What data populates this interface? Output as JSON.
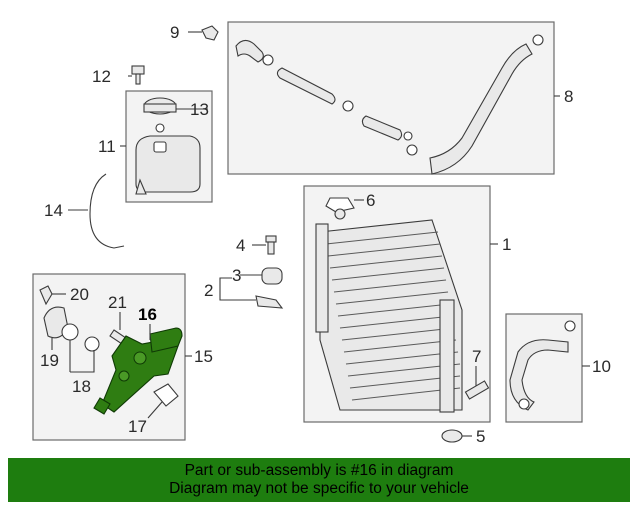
{
  "callouts": {
    "c1": "1",
    "c2": "2",
    "c3": "3",
    "c4": "4",
    "c5": "5",
    "c6": "6",
    "c7": "7",
    "c8": "8",
    "c9": "9",
    "c10": "10",
    "c11": "11",
    "c12": "12",
    "c13": "13",
    "c14": "14",
    "c15": "15",
    "c16": "16",
    "c17": "17",
    "c18": "18",
    "c19": "19",
    "c20": "20",
    "c21": "21"
  },
  "highlighted_part": "16",
  "colors": {
    "highlight": "#2f7d12",
    "banner": "#1e7d0f"
  },
  "banner": {
    "line1": "Part or sub-assembly is #16 in diagram",
    "line2": "Diagram may not be specific to your vehicle"
  }
}
